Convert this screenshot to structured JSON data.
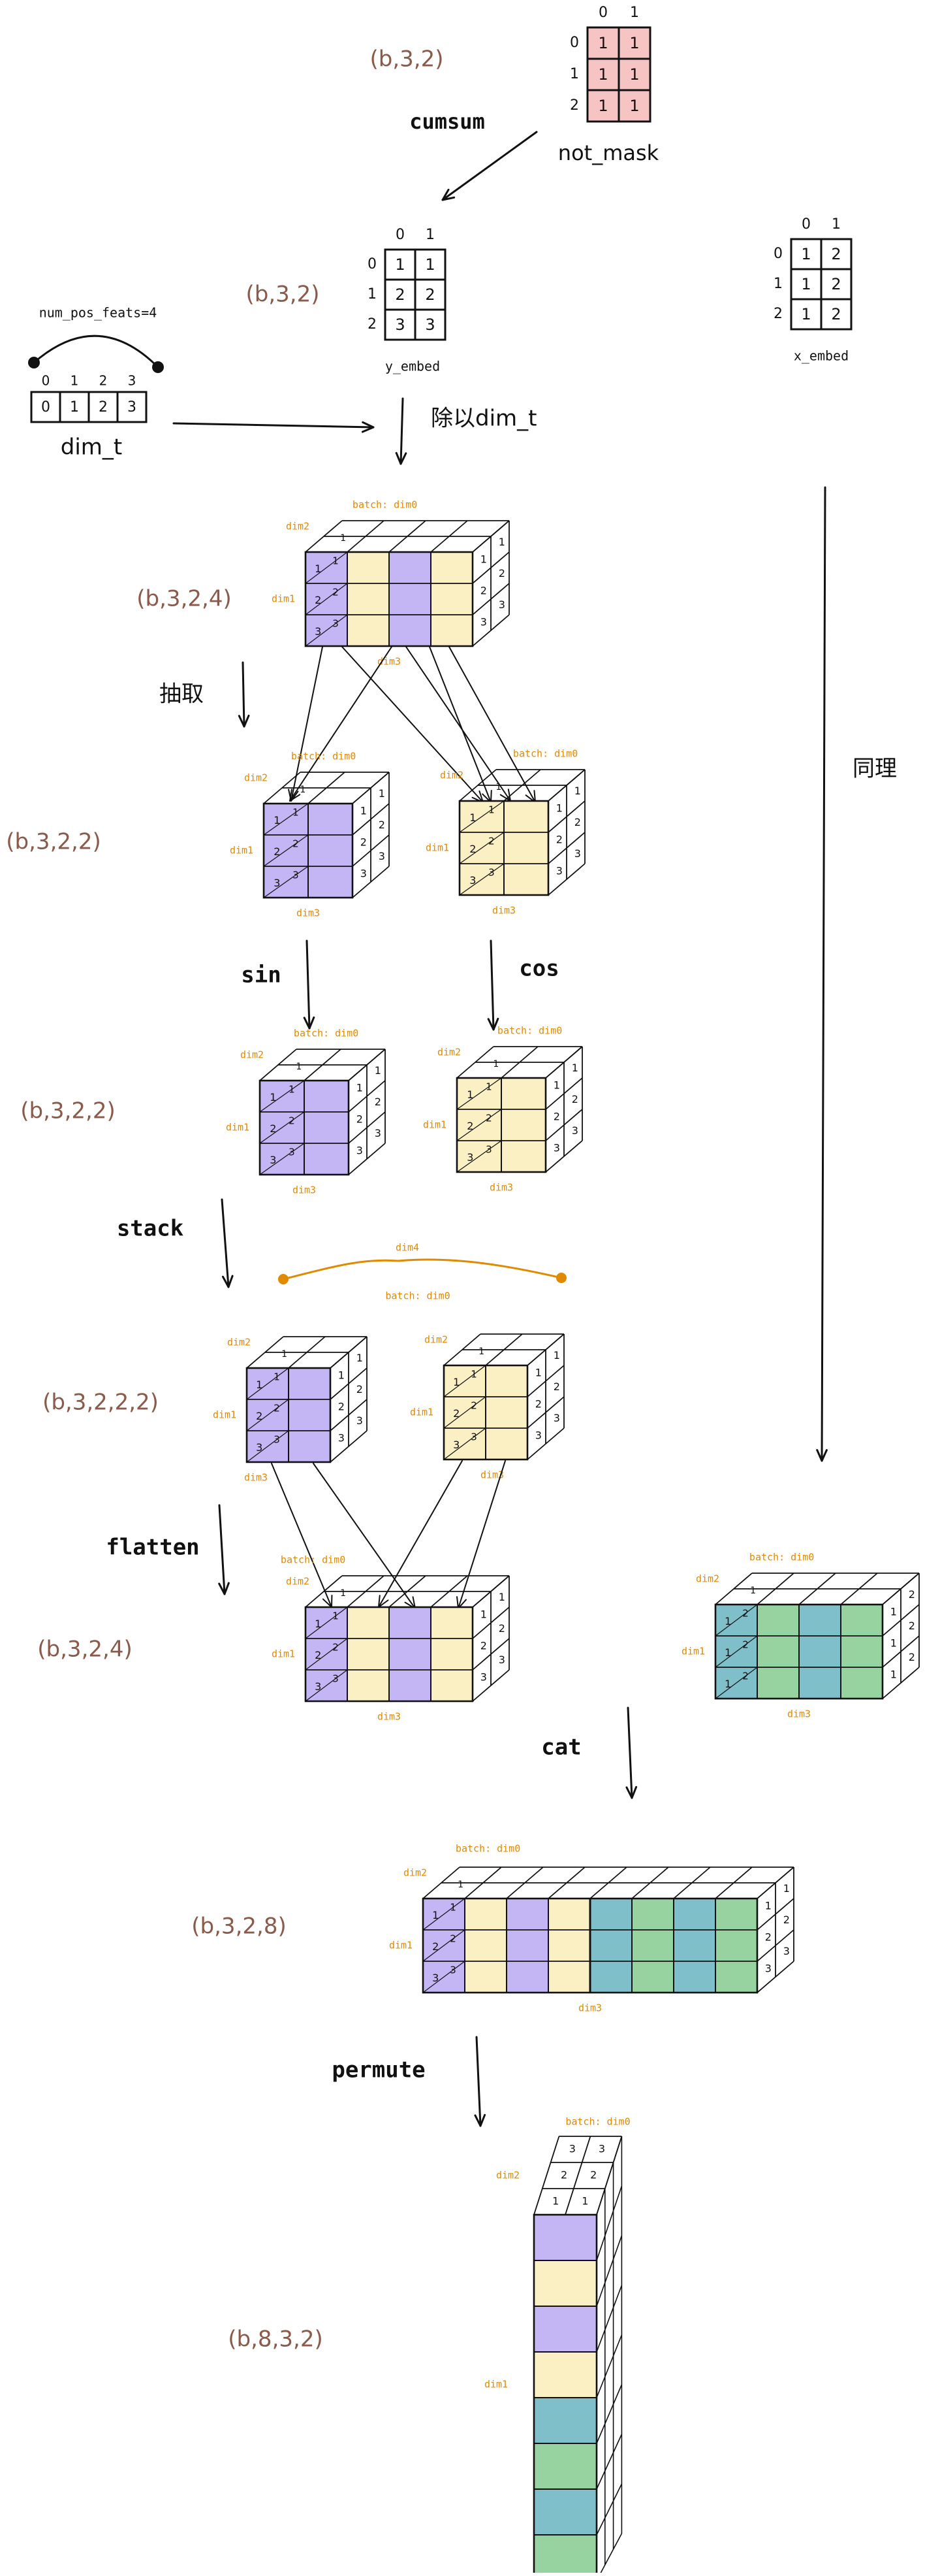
{
  "colors": {
    "shape_label": "#8a5a4a",
    "axis": "#e08a00",
    "line": "#111111",
    "mask_fill": "#f7c4c4",
    "purple": "#c4b5f5",
    "yellow": "#fbf0c4",
    "teal": "#7fbfc9",
    "green": "#96d3a0"
  },
  "shapes": {
    "mask": "(b,3,2)",
    "y_embed": "(b,3,2)",
    "t1": "(b,3,2,4)",
    "t2": "(b,3,2,2)",
    "t3": "(b,3,2,2)",
    "t4": "(b,3,2,2,2)",
    "t5": "(b,3,2,4)",
    "t6": "(b,3,2,8)",
    "t7": "(b,8,3,2)"
  },
  "ops": {
    "cumsum": "cumsum",
    "divide": "除以dim_t",
    "extract": "抽取",
    "sin": "sin",
    "cos": "cos",
    "stack": "stack",
    "flatten": "flatten",
    "cat": "cat",
    "permute": "permute",
    "same": "同理"
  },
  "labels": {
    "not_mask": "not_mask",
    "y_embed": "y_embed",
    "x_embed": "x_embed",
    "dim_t": "dim_t",
    "num_pos_feats": "num_pos_feats=4",
    "batch": "batch: dim0",
    "dim1": "dim1",
    "dim2": "dim2",
    "dim3": "dim3",
    "dim4": "dim4"
  },
  "matrices": {
    "mask": {
      "col_idx": [
        "0",
        "1"
      ],
      "row_idx": [
        "0",
        "1",
        "2"
      ],
      "cells": [
        [
          "1",
          "1"
        ],
        [
          "1",
          "1"
        ],
        [
          "1",
          "1"
        ]
      ]
    },
    "y_embed": {
      "col_idx": [
        "0",
        "1"
      ],
      "row_idx": [
        "0",
        "1",
        "2"
      ],
      "cells": [
        [
          "1",
          "1"
        ],
        [
          "2",
          "2"
        ],
        [
          "3",
          "3"
        ]
      ]
    },
    "x_embed": {
      "col_idx": [
        "0",
        "1"
      ],
      "row_idx": [
        "0",
        "1",
        "2"
      ],
      "cells": [
        [
          "1",
          "2"
        ],
        [
          "1",
          "2"
        ],
        [
          "1",
          "2"
        ]
      ]
    },
    "dim_t": {
      "col_idx": [
        "0",
        "1",
        "2",
        "3"
      ],
      "cells": [
        "0",
        "1",
        "2",
        "3"
      ]
    }
  },
  "tensor_values": {
    "rows": [
      "1",
      "2",
      "3"
    ],
    "x_rows": [
      "1",
      "1",
      "1"
    ],
    "x_second": [
      "2",
      "2",
      "2"
    ],
    "right_a": [
      "1",
      "2",
      "3"
    ],
    "right_x": [
      "1",
      "1",
      "1"
    ],
    "top": [
      "1",
      "2",
      "3"
    ]
  }
}
